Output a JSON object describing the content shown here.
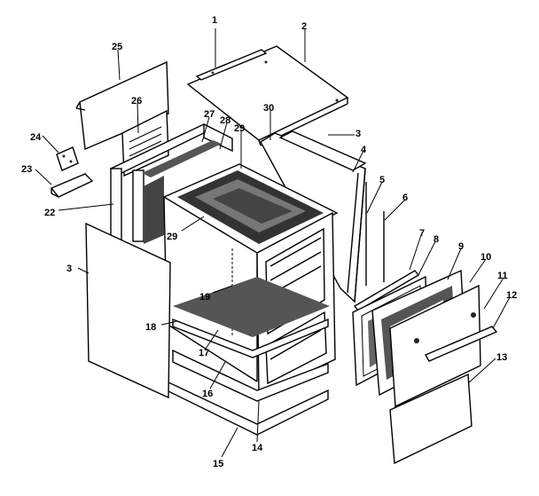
{
  "callouts": [
    {
      "id": "c1",
      "label": "1"
    },
    {
      "id": "c2",
      "label": "2"
    },
    {
      "id": "c3a",
      "label": "3"
    },
    {
      "id": "c3b",
      "label": "3"
    },
    {
      "id": "c4",
      "label": "4"
    },
    {
      "id": "c5",
      "label": "5"
    },
    {
      "id": "c6",
      "label": "6"
    },
    {
      "id": "c7",
      "label": "7"
    },
    {
      "id": "c8",
      "label": "8"
    },
    {
      "id": "c9",
      "label": "9"
    },
    {
      "id": "c10",
      "label": "10"
    },
    {
      "id": "c11",
      "label": "11"
    },
    {
      "id": "c12",
      "label": "12"
    },
    {
      "id": "c13",
      "label": "13"
    },
    {
      "id": "c14",
      "label": "14"
    },
    {
      "id": "c15",
      "label": "15"
    },
    {
      "id": "c16",
      "label": "16"
    },
    {
      "id": "c17",
      "label": "17"
    },
    {
      "id": "c18",
      "label": "18"
    },
    {
      "id": "c19",
      "label": "19"
    },
    {
      "id": "c22",
      "label": "22"
    },
    {
      "id": "c23",
      "label": "23"
    },
    {
      "id": "c24",
      "label": "24"
    },
    {
      "id": "c25",
      "label": "25"
    },
    {
      "id": "c26",
      "label": "26"
    },
    {
      "id": "c27",
      "label": "27"
    },
    {
      "id": "c28",
      "label": "28"
    },
    {
      "id": "c29a",
      "label": "29"
    },
    {
      "id": "c29b",
      "label": "29"
    },
    {
      "id": "c30",
      "label": "30"
    }
  ]
}
